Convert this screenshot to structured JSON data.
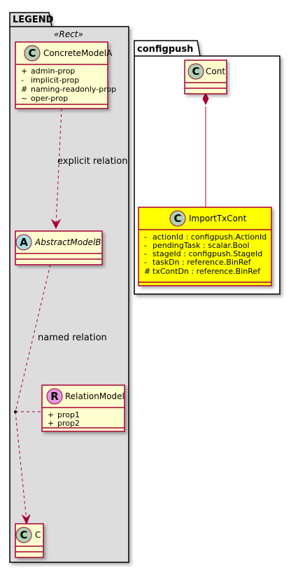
{
  "colors": {
    "legend_bg": "#DDDDDD",
    "class_fill": "#FEFECE",
    "highlight_fill": "#FFFF00",
    "border": "#A80036",
    "class_badge": "#ADD1B2",
    "abstract_badge": "#A9DCDF",
    "relation_badge": "#E099E0"
  },
  "legend": {
    "title": "LEGEND",
    "stereotype": "«Rect»",
    "concrete": {
      "badge": "C",
      "name": "ConcreteModelA",
      "attrs": [
        {
          "vis": "+",
          "text": "admin-prop"
        },
        {
          "vis": "-",
          "text": "implicit-prop"
        },
        {
          "vis": "#",
          "text": "naming-readonly-prop"
        },
        {
          "vis": "~",
          "text": "oper-prop"
        }
      ]
    },
    "explicit_label": "explicit relation",
    "abstract": {
      "badge": "A",
      "name": "AbstractModelB"
    },
    "named_label": "named relation",
    "relation": {
      "badge": "R",
      "name": "RelationModel",
      "attrs": [
        {
          "vis": "+",
          "text": "prop1"
        },
        {
          "vis": "+",
          "text": "prop2"
        }
      ]
    },
    "c": {
      "badge": "C",
      "name": "C"
    }
  },
  "configpush": {
    "title": "configpush",
    "cont": {
      "badge": "C",
      "name": "Cont"
    },
    "importtx": {
      "badge": "C",
      "name": "ImportTxCont",
      "attrs": [
        {
          "vis": "-",
          "text": "actionId : configpush.ActionId"
        },
        {
          "vis": "-",
          "text": "pendingTask : scalar.Bool"
        },
        {
          "vis": "-",
          "text": "stageId : configpush.StageId"
        },
        {
          "vis": "-",
          "text": "taskDn : reference.BinRef"
        },
        {
          "vis": "#",
          "text": "txContDn : reference.BinRef"
        }
      ]
    }
  }
}
